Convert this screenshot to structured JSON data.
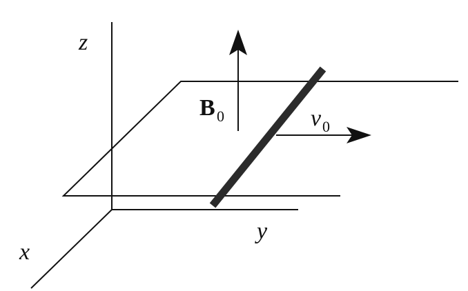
{
  "labels": {
    "z_axis": "z",
    "y_axis": "y",
    "x_axis": "x",
    "field_main": "B",
    "field_sub": "0",
    "velocity_main": "v",
    "velocity_sub": "0"
  },
  "colors": {
    "ink": "#111111",
    "rod": "#2b2b2b",
    "background": "#ffffff"
  }
}
